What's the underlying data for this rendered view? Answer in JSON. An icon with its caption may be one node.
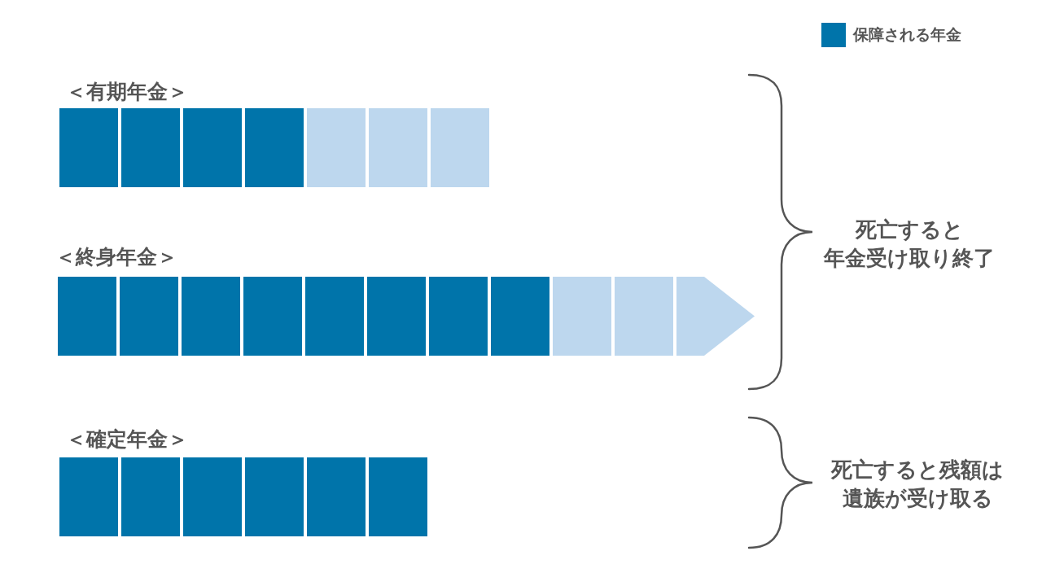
{
  "diagram": {
    "labels": [
      "＜有期年金＞",
      "＜終身年金＞",
      "＜確定年金＞",
      "死亡すると年金受け取り終了",
      "死亡すると残額は遺族が受け取る"
    ],
    "legend": [
      {
        "text": "保障される年金",
        "color": "#0074aa"
      }
    ]
  }
}
